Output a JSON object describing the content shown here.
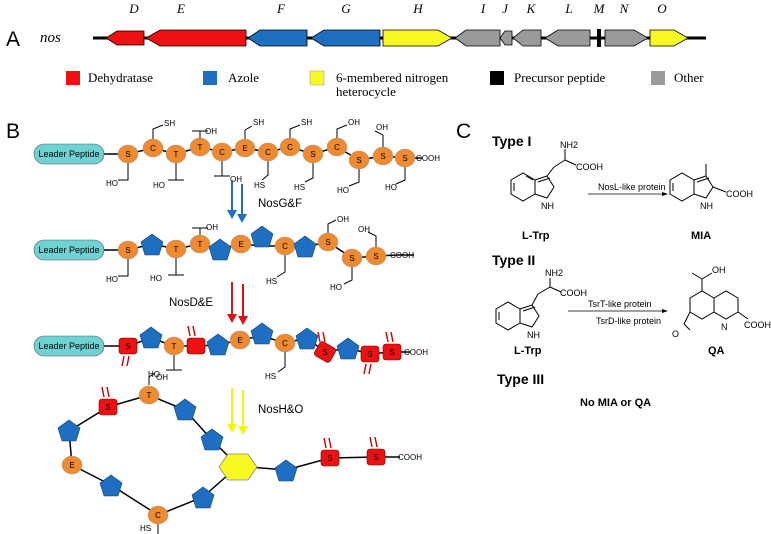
{
  "panel_a": {
    "letter": "A",
    "cluster_name": "nos",
    "genes": [
      {
        "name": "D",
        "category": "dehydratase"
      },
      {
        "name": "E",
        "category": "dehydratase"
      },
      {
        "name": "F",
        "category": "azole"
      },
      {
        "name": "G",
        "category": "azole"
      },
      {
        "name": "H",
        "category": "heterocycle"
      },
      {
        "name": "I",
        "category": "other"
      },
      {
        "name": "J",
        "category": "other"
      },
      {
        "name": "K",
        "category": "other"
      },
      {
        "name": "L",
        "category": "other"
      },
      {
        "name": "M",
        "category": "precursor"
      },
      {
        "name": "N",
        "category": "other"
      },
      {
        "name": "O",
        "category": "heterocycle"
      }
    ],
    "legend": {
      "dehydratase": "Dehydratase",
      "azole": "Azole",
      "heterocycle_line1": "6-membered nitrogen",
      "heterocycle_line2": "heterocycle",
      "precursor": "Precursor peptide",
      "other": "Other"
    },
    "colors": {
      "dehydratase": "#ee1111",
      "azole": "#1e6fc2",
      "heterocycle": "#f7f722",
      "precursor": "#000000",
      "other": "#9a9a9a"
    }
  },
  "panel_b": {
    "letter": "B",
    "leader": "Leader Peptide",
    "cooh": "COOH",
    "sh": "SH",
    "oh": "OH",
    "ho": "HO",
    "hs": "HS",
    "row1_residues": [
      "S",
      "C",
      "T",
      "T",
      "C",
      "E",
      "C",
      "C",
      "S",
      "C",
      "S",
      "S"
    ],
    "row2_residues": [
      "S",
      "T",
      "T",
      "E",
      "C",
      "S",
      "S",
      "S"
    ],
    "row3_residues": [
      "S",
      "T",
      "E",
      "C",
      "S",
      "S"
    ],
    "ring_residues": [
      "S",
      "T",
      "E",
      "C",
      "S",
      "S"
    ],
    "enzyme_1": "NosG&F",
    "enzyme_2": "NosD&E",
    "enzyme_3": "NosH&O",
    "colors": {
      "residue": "#ef8a2e",
      "leader": "#6fd3d3",
      "azole": "#1e6fc2",
      "dehydrated": "#ee1111",
      "pyridine": "#f7f722",
      "arrow_blue": "#1e6fc2",
      "arrow_red": "#dd1111",
      "arrow_yellow": "#f5f50a"
    }
  },
  "panel_c": {
    "letter": "C",
    "type1": "Type I",
    "type2": "Type II",
    "type3": "Type III",
    "nosl": "NosL-like protein",
    "tsrt": "TsrT-like protein",
    "tsrd": "TsrD-like protein",
    "ltrp": "L-Trp",
    "mia": "MIA",
    "qa": "QA",
    "none": "No MIA or QA",
    "nh2": "NH2",
    "cooh": "COOH",
    "nh": "NH",
    "n": "N",
    "oh": "OH",
    "o": "O"
  }
}
